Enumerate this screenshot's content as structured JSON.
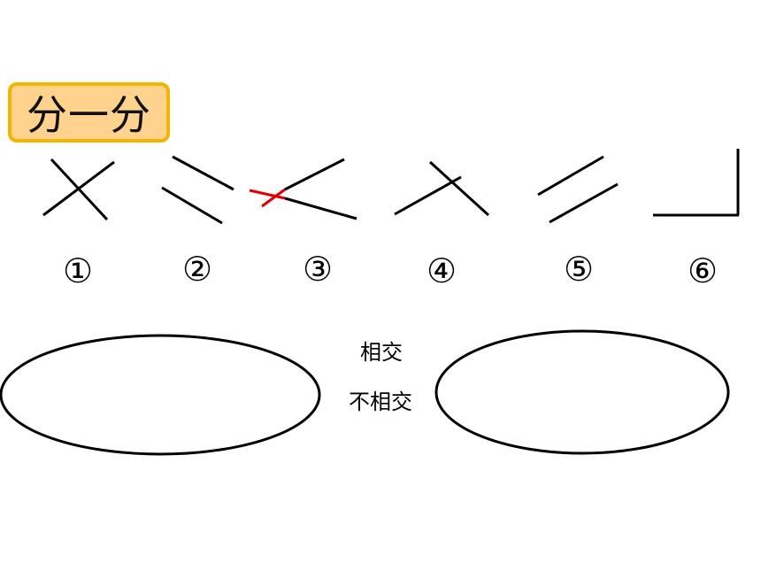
{
  "title": "分一分",
  "figures": [
    {
      "id": 1,
      "label": "①",
      "relation": "crossing"
    },
    {
      "id": 2,
      "label": "②",
      "relation": "not-meeting"
    },
    {
      "id": 3,
      "label": "③",
      "relation": "crossing-when-extended"
    },
    {
      "id": 4,
      "label": "④",
      "relation": "crossing"
    },
    {
      "id": 5,
      "label": "⑤",
      "relation": "parallel"
    },
    {
      "id": 6,
      "label": "⑥",
      "relation": "meeting-at-corner"
    }
  ],
  "categories": {
    "intersect": "相交",
    "not_intersect": "不相交"
  },
  "colors": {
    "title_fill": "#ffd28e",
    "title_border": "#f5b400",
    "line": "#000000",
    "extension": "#e00000"
  }
}
